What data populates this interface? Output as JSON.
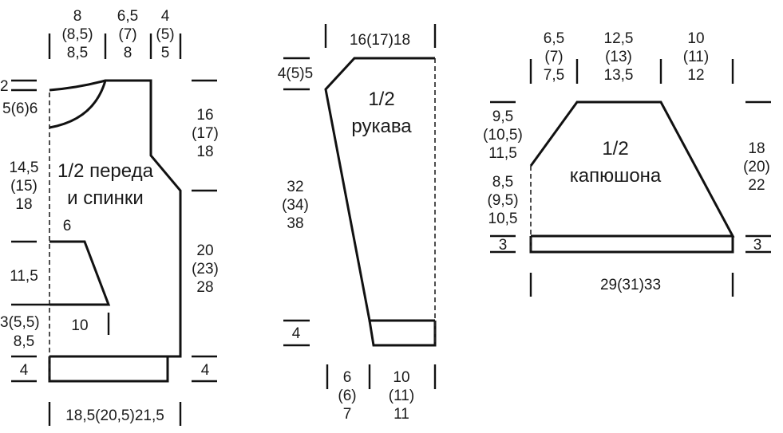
{
  "body": {
    "label": [
      "1/2 переда",
      "и  спинки"
    ],
    "top_widths": [
      [
        "8",
        "(8,5)",
        "8,5"
      ],
      [
        "6,5",
        "(7)",
        "8"
      ],
      [
        "4",
        "(5)",
        "5"
      ]
    ],
    "left": {
      "neck_top": "2",
      "neck_depth": "5(6)6",
      "to_pocket": [
        "14,5",
        "(15)",
        "18"
      ],
      "pocket_height": "11,5",
      "below_pocket": [
        "3(5,5)",
        "8,5"
      ],
      "band": "4"
    },
    "right": {
      "armhole": [
        "16",
        "(17)",
        "18"
      ],
      "side": [
        "20",
        "(23)",
        "28"
      ],
      "band": "4"
    },
    "pocket_top": "6",
    "pocket_bottom": "10",
    "bottom_width": "18,5(20,5)21,5"
  },
  "sleeve": {
    "label": [
      "1/2",
      "рукава"
    ],
    "top_width": "16(17)18",
    "cap": "4(5)5",
    "length": [
      "32",
      "(34)",
      "38"
    ],
    "cuff": "4",
    "bottom_widths": [
      [
        "6",
        "(6)",
        "7"
      ],
      [
        "10",
        "(11)",
        "11"
      ]
    ]
  },
  "hood": {
    "label": [
      "1/2",
      "капюшона"
    ],
    "top_widths": [
      [
        "6,5",
        "(7)",
        "7,5"
      ],
      [
        "12,5",
        "(13)",
        "13,5"
      ],
      [
        "10",
        "(11)",
        "12"
      ]
    ],
    "left": {
      "upper": [
        "9,5",
        "(10,5)",
        "11,5"
      ],
      "lower": [
        "8,5",
        "(9,5)",
        "10,5"
      ],
      "band": "3"
    },
    "right": {
      "height": [
        "18",
        "(20)",
        "22"
      ],
      "band": "3"
    },
    "bottom_width": "29(31)33"
  }
}
